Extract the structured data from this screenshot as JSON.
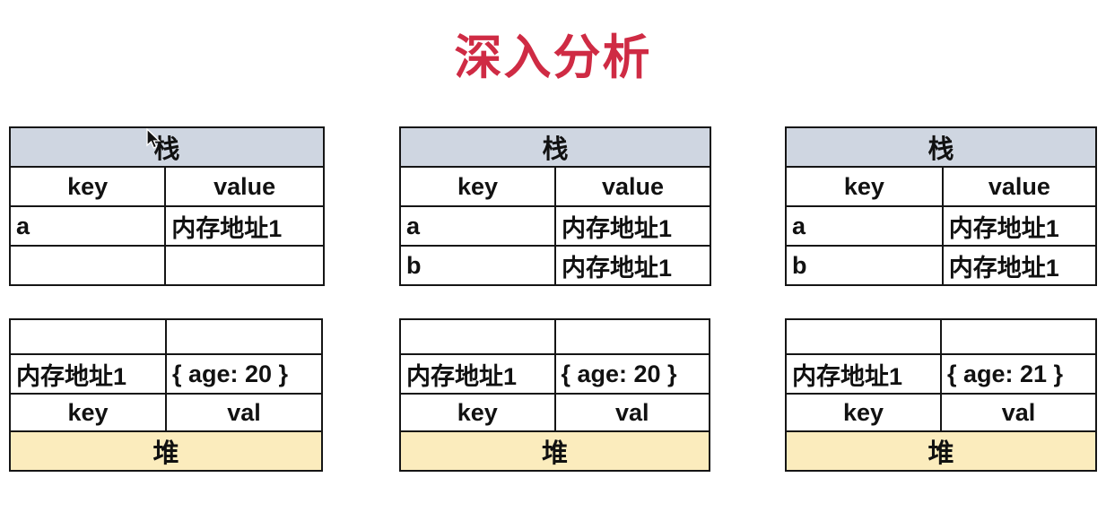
{
  "title": {
    "text": "深入分析"
  },
  "colors": {
    "title_red": "#cf2b44",
    "stack_header_bg": "#cfd6e1",
    "heap_footer_bg": "#fbecbd",
    "border": "#151515"
  },
  "stack_tables": [
    {
      "header": "栈",
      "columns": [
        "key",
        "value"
      ],
      "rows": [
        [
          "a",
          "内存地址1"
        ],
        [
          "",
          ""
        ]
      ]
    },
    {
      "header": "栈",
      "columns": [
        "key",
        "value"
      ],
      "rows": [
        [
          "a",
          "内存地址1"
        ],
        [
          "b",
          "内存地址1"
        ]
      ]
    },
    {
      "header": "栈",
      "columns": [
        "key",
        "value"
      ],
      "rows": [
        [
          "a",
          "内存地址1"
        ],
        [
          "b",
          "内存地址1"
        ]
      ]
    }
  ],
  "heap_tables": [
    {
      "rows": [
        [
          "",
          ""
        ],
        [
          "内存地址1",
          "{ age: 20 }"
        ]
      ],
      "columns": [
        "key",
        "val"
      ],
      "footer": "堆"
    },
    {
      "rows": [
        [
          "",
          ""
        ],
        [
          "内存地址1",
          "{ age: 20 }"
        ]
      ],
      "columns": [
        "key",
        "val"
      ],
      "footer": "堆"
    },
    {
      "rows": [
        [
          "",
          ""
        ],
        [
          "内存地址1",
          "{ age: 21 }"
        ]
      ],
      "columns": [
        "key",
        "val"
      ],
      "footer": "堆"
    }
  ]
}
